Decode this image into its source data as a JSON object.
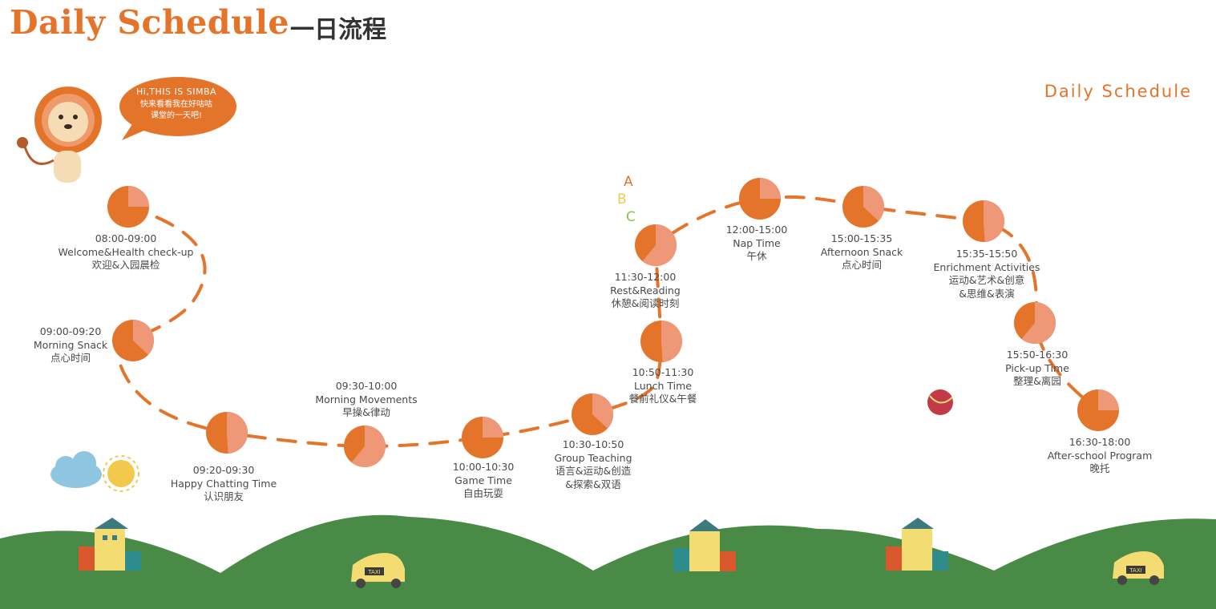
{
  "header": {
    "title_en": "Daily Schedule",
    "title_zh": "一日流程",
    "corner_title": "Daily Schedule"
  },
  "mascot": {
    "greeting": "Hi,THIS IS SIMBA",
    "message_line1": "快来看看我在好咕咕",
    "message_line2": "课堂的一天吧!"
  },
  "colors": {
    "accent": "#e5742b",
    "accent_light": "#ee9877",
    "grass": "#4a8a47",
    "text": "#4a4a4a"
  },
  "schedule": [
    {
      "time": "08:00-09:00",
      "name": "Welcome&Health check-up",
      "name_zh": "欢迎&入园晨检"
    },
    {
      "time": "09:00-09:20",
      "name": "Morning Snack",
      "name_zh": "点心时间"
    },
    {
      "time": "09:20-09:30",
      "name": "Happy Chatting Time",
      "name_zh": "认识朋友"
    },
    {
      "time": "09:30-10:00",
      "name": "Morning Movements",
      "name_zh": "早操&律动"
    },
    {
      "time": "10:00-10:30",
      "name": "Game Time",
      "name_zh": "自由玩耍"
    },
    {
      "time": "10:30-10:50",
      "name": "Group Teaching",
      "name_zh": "语言&运动&创造",
      "name_zh2": "&探索&双语"
    },
    {
      "time": "10:50-11:30",
      "name": "Lunch Time",
      "name_zh": "餐前礼仪&午餐"
    },
    {
      "time": "11:30-12:00",
      "name": "Rest&Reading",
      "name_zh": "休憩&阅读时刻"
    },
    {
      "time": "12:00-15:00",
      "name": "Nap Time",
      "name_zh": "午休"
    },
    {
      "time": "15:00-15:35",
      "name": "Afternoon Snack",
      "name_zh": "点心时间"
    },
    {
      "time": "15:35-15:50",
      "name": "Enrichment Activities",
      "name_zh": "运动&艺术&创意",
      "name_zh2": "&思维&表演"
    },
    {
      "time": "15:50-16:30",
      "name": "Pick-up Time",
      "name_zh": "整理&离园"
    },
    {
      "time": "16:30-18:00",
      "name": "After-school Program",
      "name_zh": "晚托"
    }
  ],
  "scenery": {
    "taxi_sign": "TAXI",
    "letters": [
      "A",
      "B",
      "C"
    ]
  }
}
